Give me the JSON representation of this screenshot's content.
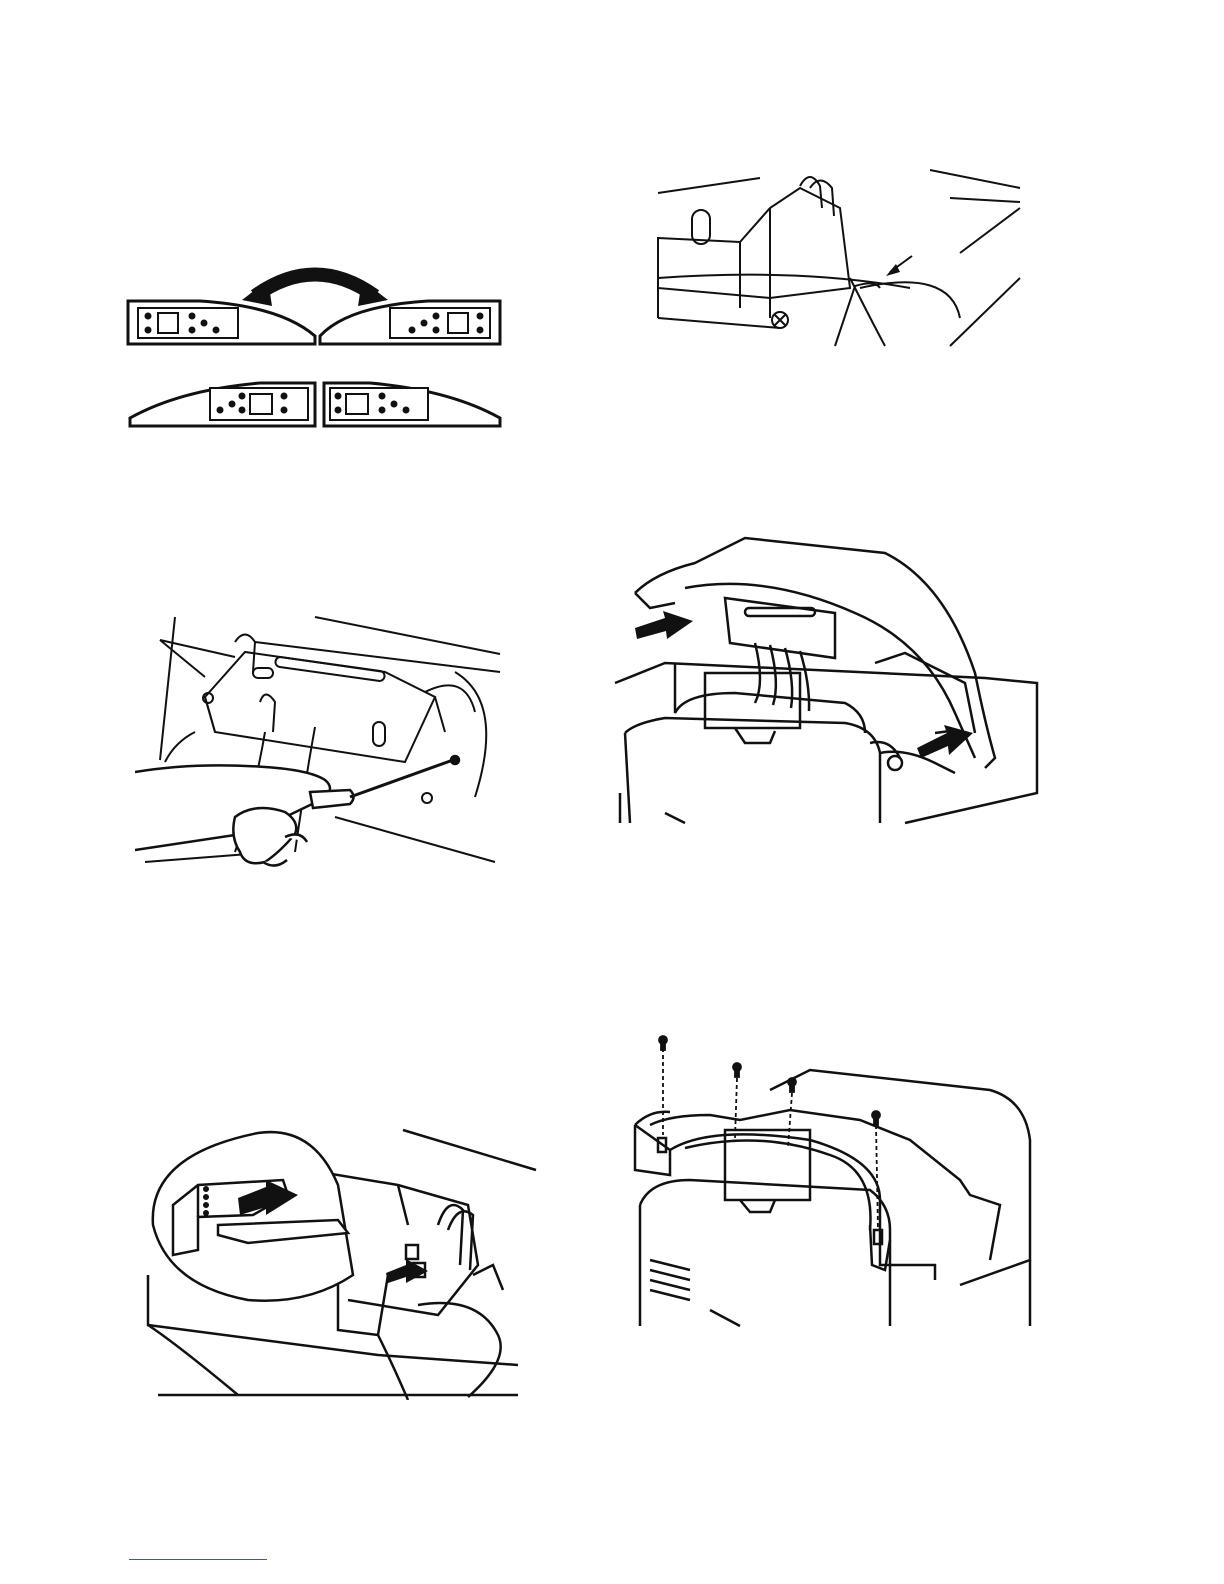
{
  "page": {
    "background": "#ffffff",
    "line_color": "#111111",
    "footer_rule_color": "#3a4fd8"
  },
  "figures": [
    {
      "id": "console-orientation",
      "icon": "console-flip-arrow-icon"
    },
    {
      "id": "wire-retainer-detail",
      "icon": "arrow-pointer-icon"
    },
    {
      "id": "control-board-screwdriver",
      "icon": "screwdriver-icon"
    },
    {
      "id": "console-install-arrows",
      "icon": "push-arrow-icon"
    },
    {
      "id": "ribbon-connector-detail",
      "icon": "magnifier-callout-icon"
    },
    {
      "id": "console-screws",
      "icon": "screw-icon"
    }
  ]
}
